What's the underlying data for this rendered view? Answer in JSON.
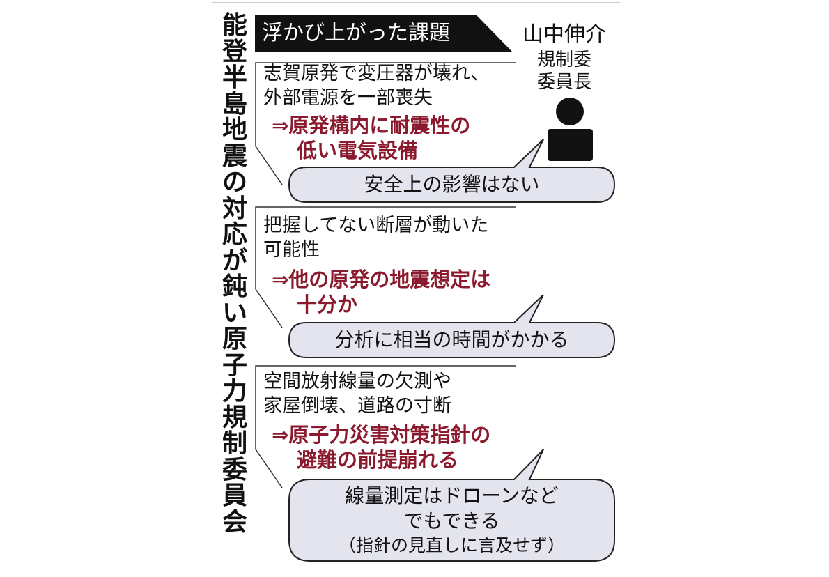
{
  "title_vertical": "能登半島地震の対応が鈍い原子力規制委員会",
  "header": "浮かび上がった課題",
  "person": {
    "name": "山中伸介",
    "role_line1": "規制委",
    "role_line2": "委員長",
    "icon": "person-silhouette-icon"
  },
  "issues": [
    {
      "lines": [
        "志賀原発で変圧器が壊れ、",
        "外部電源を一部喪失"
      ],
      "consequence": [
        "⇒原発構内に耐震性の",
        "低い電気設備"
      ],
      "response": [
        "安全上の影響はない"
      ]
    },
    {
      "lines": [
        "把握してない断層が動いた",
        "可能性"
      ],
      "consequence": [
        "⇒他の原発の地震想定は",
        "十分か"
      ],
      "response": [
        "分析に相当の時間がかかる"
      ]
    },
    {
      "lines": [
        "空間放射線量の欠測や",
        "家屋倒壊、道路の寸断"
      ],
      "consequence": [
        "⇒原子力災害対策指針の",
        "避難の前提崩れる"
      ],
      "response": [
        "線量測定はドローンなど",
        "でもできる"
      ],
      "note": "（指針の見直しに言及せず）"
    }
  ],
  "colors": {
    "accent_red": "#8b1a2e",
    "bubble_fill": "#e4e4ee",
    "banner": "#111111"
  }
}
